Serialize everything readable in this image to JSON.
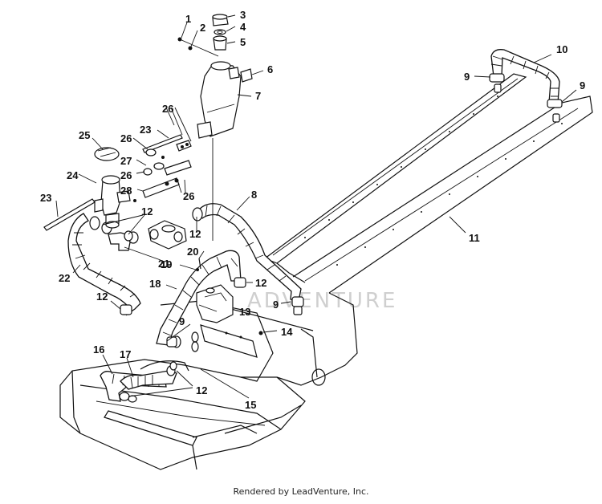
{
  "diagram": {
    "callouts": [
      {
        "id": "c1",
        "text": "1"
      },
      {
        "id": "c2",
        "text": "2"
      },
      {
        "id": "c3",
        "text": "3"
      },
      {
        "id": "c4",
        "text": "4"
      },
      {
        "id": "c5",
        "text": "5"
      },
      {
        "id": "c6",
        "text": "6"
      },
      {
        "id": "c7",
        "text": "7"
      },
      {
        "id": "c8",
        "text": "8"
      },
      {
        "id": "c9a",
        "text": "9"
      },
      {
        "id": "c9b",
        "text": "9"
      },
      {
        "id": "c9c",
        "text": "9"
      },
      {
        "id": "c9d",
        "text": "9"
      },
      {
        "id": "c10",
        "text": "10"
      },
      {
        "id": "c11",
        "text": "11"
      },
      {
        "id": "c12a",
        "text": "12"
      },
      {
        "id": "c12b",
        "text": "12"
      },
      {
        "id": "c12c",
        "text": "12"
      },
      {
        "id": "c12d",
        "text": "12"
      },
      {
        "id": "c12e",
        "text": "12"
      },
      {
        "id": "c13",
        "text": "13"
      },
      {
        "id": "c14",
        "text": "14"
      },
      {
        "id": "c15",
        "text": "15"
      },
      {
        "id": "c16",
        "text": "16"
      },
      {
        "id": "c17",
        "text": "17"
      },
      {
        "id": "c18",
        "text": "18"
      },
      {
        "id": "c19",
        "text": "19"
      },
      {
        "id": "c20",
        "text": "20"
      },
      {
        "id": "c21",
        "text": "21"
      },
      {
        "id": "c22",
        "text": "22"
      },
      {
        "id": "c23a",
        "text": "23"
      },
      {
        "id": "c23b",
        "text": "23"
      },
      {
        "id": "c24",
        "text": "24"
      },
      {
        "id": "c25",
        "text": "25"
      },
      {
        "id": "c26a",
        "text": "26"
      },
      {
        "id": "c26b",
        "text": "26"
      },
      {
        "id": "c26c",
        "text": "26"
      },
      {
        "id": "c26d",
        "text": "26"
      },
      {
        "id": "c27",
        "text": "27"
      },
      {
        "id": "c28",
        "text": "28"
      }
    ],
    "watermark": "ADVENTURE",
    "footer": "Rendered by LeadVenture, Inc."
  },
  "colors": {
    "line": "#111111",
    "watermark": "#cfcfcf",
    "background": "#ffffff"
  }
}
